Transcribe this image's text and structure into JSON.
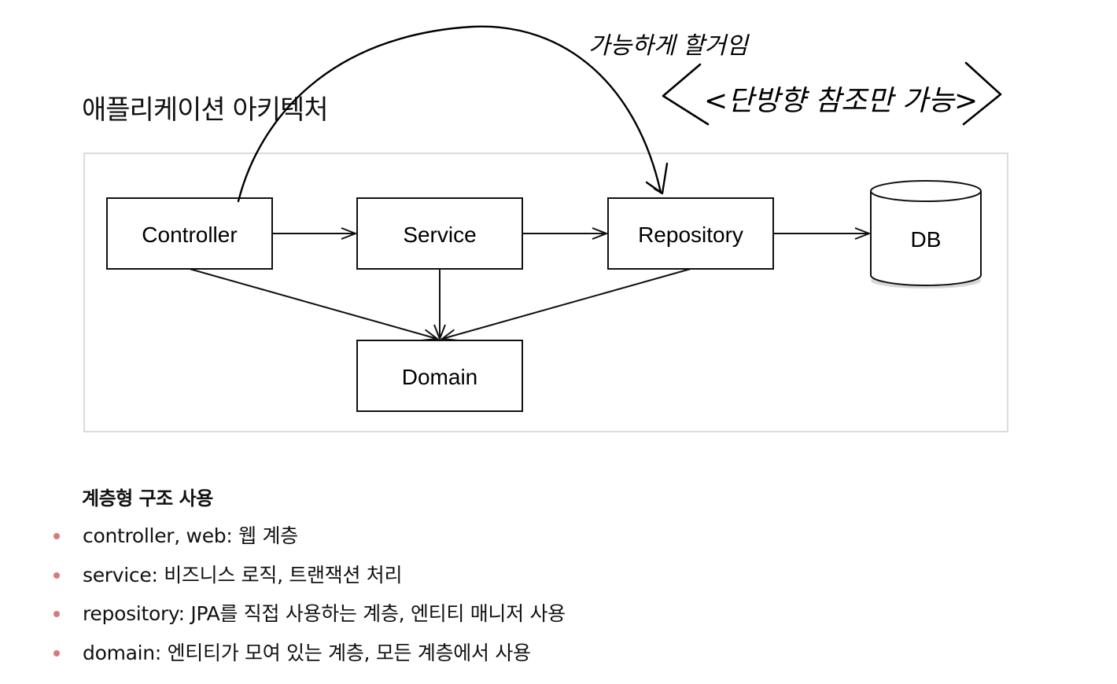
{
  "title": "애플리케이션 아키텍처",
  "diagram": {
    "nodes": {
      "controller": "Controller",
      "service": "Service",
      "repository": "Repository",
      "db": "DB",
      "domain": "Domain"
    },
    "annotation": {
      "line1": "가능하게 할거임",
      "line2": "<단방향 참조만 가능>"
    }
  },
  "section": {
    "heading": "계층형 구조 사용",
    "items": [
      "controller, web: 웹 계층",
      "service: 비즈니스 로직, 트랜잭션 처리",
      "repository: JPA를 직접 사용하는 계층, 엔티티 매니저 사용",
      "domain: 엔티티가 모여 있는 계층, 모든 계층에서 사용"
    ]
  },
  "colors": {
    "bullet": "#d77a78",
    "panel_border": "#dcdcdc"
  }
}
